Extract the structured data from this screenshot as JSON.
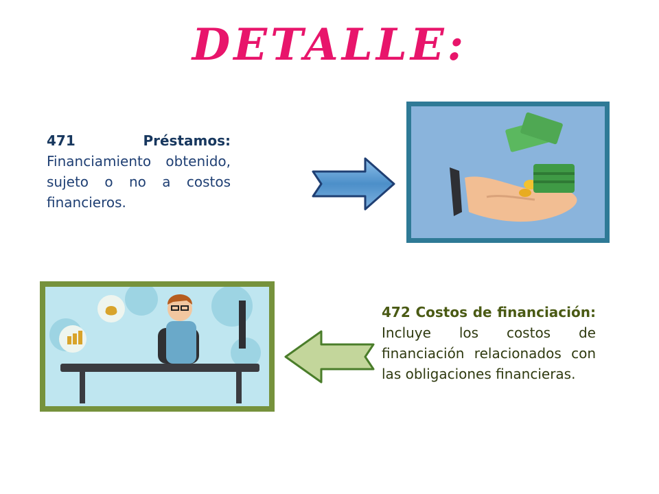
{
  "title": "DETALLE:",
  "item1": {
    "label": "471 Préstamos:",
    "description": "Financiamiento obtenido, sujeto o no a costos financieros."
  },
  "item2": {
    "label": "472 Costos de financiación:",
    "description": "Incluye los costos de financiación relacionados con las obligaciones financieras."
  },
  "colors": {
    "title": "#e8156b",
    "arrow_right_fill": "#4c8fc9",
    "arrow_right_stroke": "#1f3f73",
    "arrow_left_fill": "#c3d69b",
    "arrow_left_stroke": "#4a7d2a",
    "frame1_border": "#2f7a96",
    "frame2_border": "#76923c"
  },
  "icons": [
    "arrow-right-icon",
    "money-hand-image",
    "arrow-left-icon",
    "businessman-desk-image"
  ]
}
